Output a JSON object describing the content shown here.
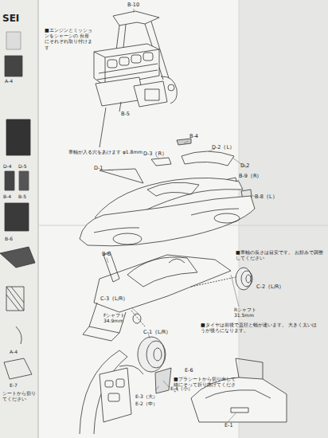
{
  "diagram": {
    "labels": [
      "SEI",
      "A-4",
      "D-4",
      "D-5",
      "B-4",
      "B-5",
      "B-6",
      "B-10",
      "■エンジンとミッションをシャーシの 台座にそれぞれ取り付けます",
      "B-5",
      "車軸が入る穴をあけます φ1.8mm",
      "B-4",
      "D-2（L）",
      "D-3（R）",
      "D-1",
      "D-2",
      "B-9（R）",
      "B-8（L）",
      "B-6",
      "■車軸の長さは目安です。 お好みで調整してください",
      "C-2（L/R）",
      "Rシャフト 31.5mm",
      "C-3（L/R）",
      "Fシャフト 34.9mm",
      "C-1（L/R）",
      "■タイヤは前後で直径と幅が違います。 大きく太いほうが後ろになります。",
      "E-4（小）",
      "E-3（大）",
      "E-2（中）",
      "E-6",
      "■プラシートから切り出して 線にそって折り曲げてください",
      "E-1",
      "A-4",
      "E-7",
      "シートから切り てください"
    ]
  }
}
